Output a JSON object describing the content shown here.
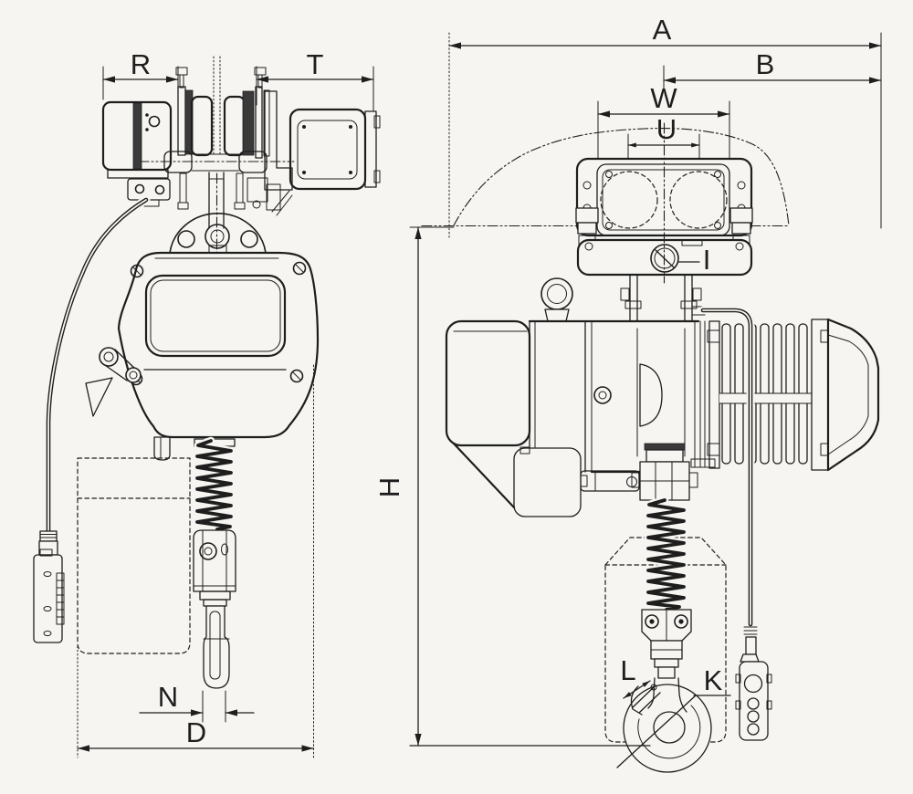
{
  "palette": {
    "background": "#f6f5f1",
    "ink": "#1e1e1e"
  },
  "drawing_type": "engineering dimension drawing, electric chain hoist with motorized trolley, two orthographic views",
  "labels": {
    "R": "R",
    "T": "T",
    "A": "A",
    "B": "B",
    "W": "W",
    "U": "U",
    "H": "H",
    "I": "I",
    "N": "N",
    "D": "D",
    "L": "L",
    "K": "K"
  }
}
